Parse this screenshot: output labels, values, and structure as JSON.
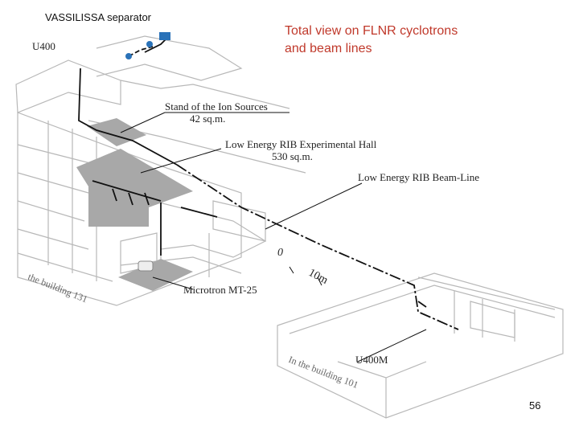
{
  "slide": {
    "header_label": "VASSILISSA separator",
    "title_line1": "Total view on FLNR cyclotrons",
    "title_line2": "and beam lines",
    "page_number": "56"
  },
  "labels": {
    "u400": "U400",
    "stand_title": "Stand of the Ion Sources",
    "stand_area": "42 sq.m.",
    "hall_title": "Low Energy RIB  Experimental Hall",
    "hall_area": "530 sq.m.",
    "beamline": "Low Energy RIB Beam-Line",
    "scale_zero": "0",
    "scale_ten": "10m",
    "microtron": "Microtron MT-25",
    "u400m": "U400M",
    "building_131": "the building 131",
    "building_101": "In the building 101"
  },
  "colors": {
    "title_red": "#c0392b",
    "structure": "#b8b8b8",
    "gray_fill": "#a8a8a8",
    "beamline": "#111111"
  }
}
